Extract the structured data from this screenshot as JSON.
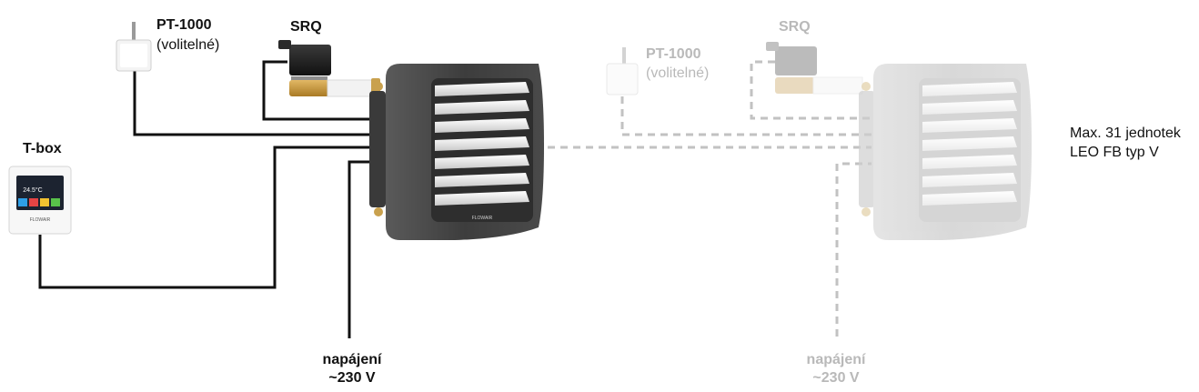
{
  "labels": {
    "pt1000_title": "PT-1000",
    "pt1000_sub": "(volitelné)",
    "srq": "SRQ",
    "tbox": "T-box",
    "power_1": "napájení",
    "power_2": "~230 V",
    "pt1000_title_ghost": "PT-1000",
    "pt1000_sub_ghost": "(volitelné)",
    "srq_ghost": "SRQ",
    "power_1_ghost": "napájení",
    "power_2_ghost": "~230 V",
    "max_units_1": "Max. 31 jednotek",
    "max_units_2": "LEO FB typ V"
  },
  "tbox_screen": {
    "temperature": "24.5°C",
    "brand": "FLOWAIR"
  },
  "heater_brand": "FLOWAIR",
  "colors": {
    "wire": "#111111",
    "ghost_wire": "#bdbdbd",
    "heater_body": "#4b4b4b",
    "ghost_body": "#cfcfcf",
    "louver": "#e6e6e6",
    "valve_brass": "#c99a3a"
  }
}
